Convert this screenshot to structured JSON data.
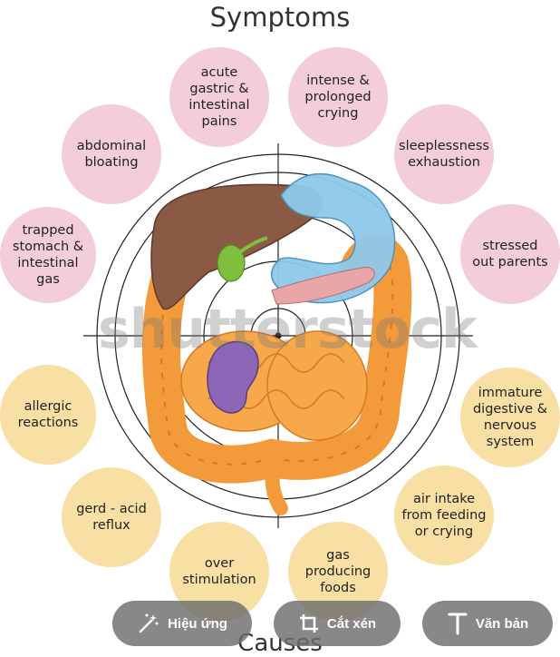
{
  "title": "Symptoms",
  "bottom_title": "Causes",
  "watermark": "shutterstock",
  "symptoms": [
    {
      "id": "acute-pains",
      "label": "acute\ngastric &\nintestinal\npains"
    },
    {
      "id": "crying",
      "label": "intense &\nprolonged\ncrying"
    },
    {
      "id": "abdominal-bloating",
      "label": "abdominal\nbloating"
    },
    {
      "id": "sleeplessness",
      "label": "sleeplessness\nexhaustion"
    },
    {
      "id": "trapped-gas",
      "label": "trapped\nstomach &\nintestinal\ngas"
    },
    {
      "id": "stressed-parents",
      "label": "stressed\nout parents"
    }
  ],
  "causes": [
    {
      "id": "allergic",
      "label": "allergic\nreactions"
    },
    {
      "id": "immature",
      "label": "immature\ndigestive &\nnervous\nsystem"
    },
    {
      "id": "gerd",
      "label": "gerd - acid\nreflux"
    },
    {
      "id": "air-intake",
      "label": "air intake\nfrom feeding\nor crying"
    },
    {
      "id": "over-stimulation",
      "label": "over\nstimulation"
    },
    {
      "id": "gas-foods",
      "label": "gas\nproducing\nfoods"
    }
  ],
  "toolbar": {
    "effects_label": "Hiệu ứng",
    "crop_label": "Cắt xén",
    "text_label": "Văn bản"
  },
  "colors": {
    "symptom_bubble": "#f3cdd9",
    "cause_bubble": "#f8dfa3",
    "liver": "#8a5a44",
    "stomach": "#8fc9ea",
    "intestine": "#f39a3a",
    "kidney": "#8e66b8",
    "gallbladder": "#7fbf3f"
  }
}
